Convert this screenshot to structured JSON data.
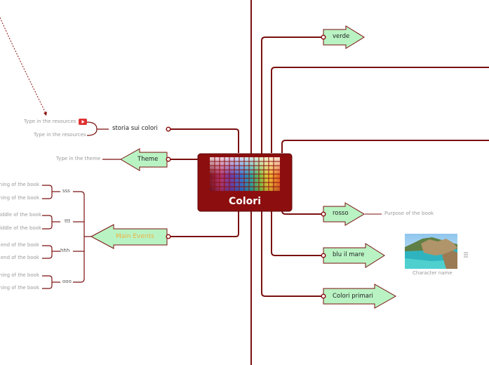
{
  "center": {
    "label": "Colori"
  },
  "right": {
    "verde": "verde",
    "rosso": "rosso",
    "rosso_note": "Purpose of the book",
    "blu": "blu il mare",
    "blu_caption": "Character name",
    "primari": "Colori primari"
  },
  "left": {
    "storia": "storia sui colori",
    "storia_res1": "Type in the resources",
    "storia_res2": "Type in the resources",
    "theme": "Theme",
    "theme_note": "Type in the theme",
    "main_events": "Main Events",
    "groups": [
      {
        "label": "sss",
        "items": [
          "ning of the book",
          "ning of the book"
        ]
      },
      {
        "label": "ttt",
        "items": [
          "iddle of the book",
          "iddle of the book"
        ]
      },
      {
        "label": "hhh",
        "items": [
          "end of the book",
          "end of the book"
        ]
      },
      {
        "label": "ooo",
        "items": [
          "ning of the book",
          "ning of the book"
        ]
      }
    ]
  },
  "colors": {
    "line": "#7a0f0f",
    "arrow_fill": "#b9f3c3",
    "center_fill": "#8c0e0e"
  },
  "icons": {
    "video": "youtube-play-icon",
    "menu": "menu-lines-icon"
  }
}
